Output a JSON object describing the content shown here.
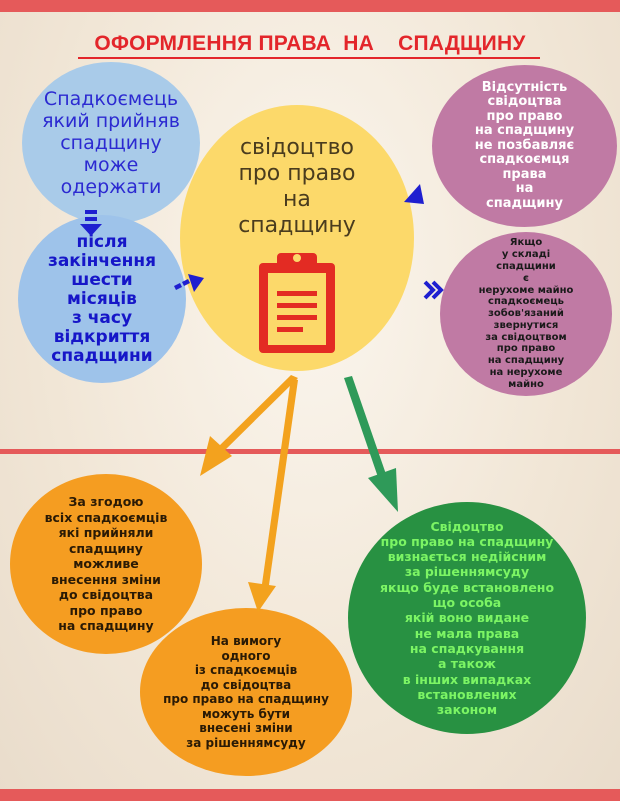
{
  "title": "ОФОРМЛЕННЯ ПРАВА  НА    СПАДЩИНУ",
  "nodes": {
    "heir": "Спадкоємець\nякий   прийняв\nспадщину\nможе\nодержати",
    "after_six_months": "після\nзакінчення\nшести\nмісяців\nз   часу\nвідкриття\nспадщини",
    "certificate": "свідоцтво\nпро  право\nна\nспадщину",
    "absence": "Відсутність\nсвідоцтва\nпро право\nна   спадщину\nне  позбавляє\nспадкоємця\nправа\nна\nспадщину",
    "real_estate": "Якщо\nу  складі\nспадщини\nє\nнерухоме майно\nспадкоємець\nзобов'язаний\nзвернутися\nза свідоцтвом\nпро право\nна  спадщину\nна  нерухоме\nмайно",
    "consent": "За  згодою\nвсіх  спадкоємців\nякі   прийняли\nспадщину\nможливе\nвнесення  зміни\nдо  свідоцтва\nпро  право\nна   спадщину",
    "demand": "На   вимогу\nодного\nіз  спадкоємців\nдо свідоцтва\nпро право на   спадщину\nможуть  бути\nвнесені зміни\nза  рішеннямсуду",
    "invalid": "Свідоцтво\nпро право на  спадщину\nвизнається  недійсним\nза   рішеннямсуду\nякщо буде   встановлено\nщо  особа\nякій   воно видане\nне  мала права\nна   спадкування\nа також\nв   інших випадках\nвстановлених\nзаконом"
  },
  "icons": {
    "center": "clipboard-document-icon"
  },
  "colors": {
    "title": "#e3262b",
    "bar": "#e55a5a",
    "light_blue": "#a9cbe9",
    "blue": "#9ec3ea",
    "yellow": "#fcd96a",
    "purple": "#c07aa4",
    "orange": "#f59d21",
    "green": "#289142",
    "arrow_blue": "#1f1fd0",
    "arrow_orange": "#f3a21e",
    "arrow_green": "#2f9a59"
  }
}
